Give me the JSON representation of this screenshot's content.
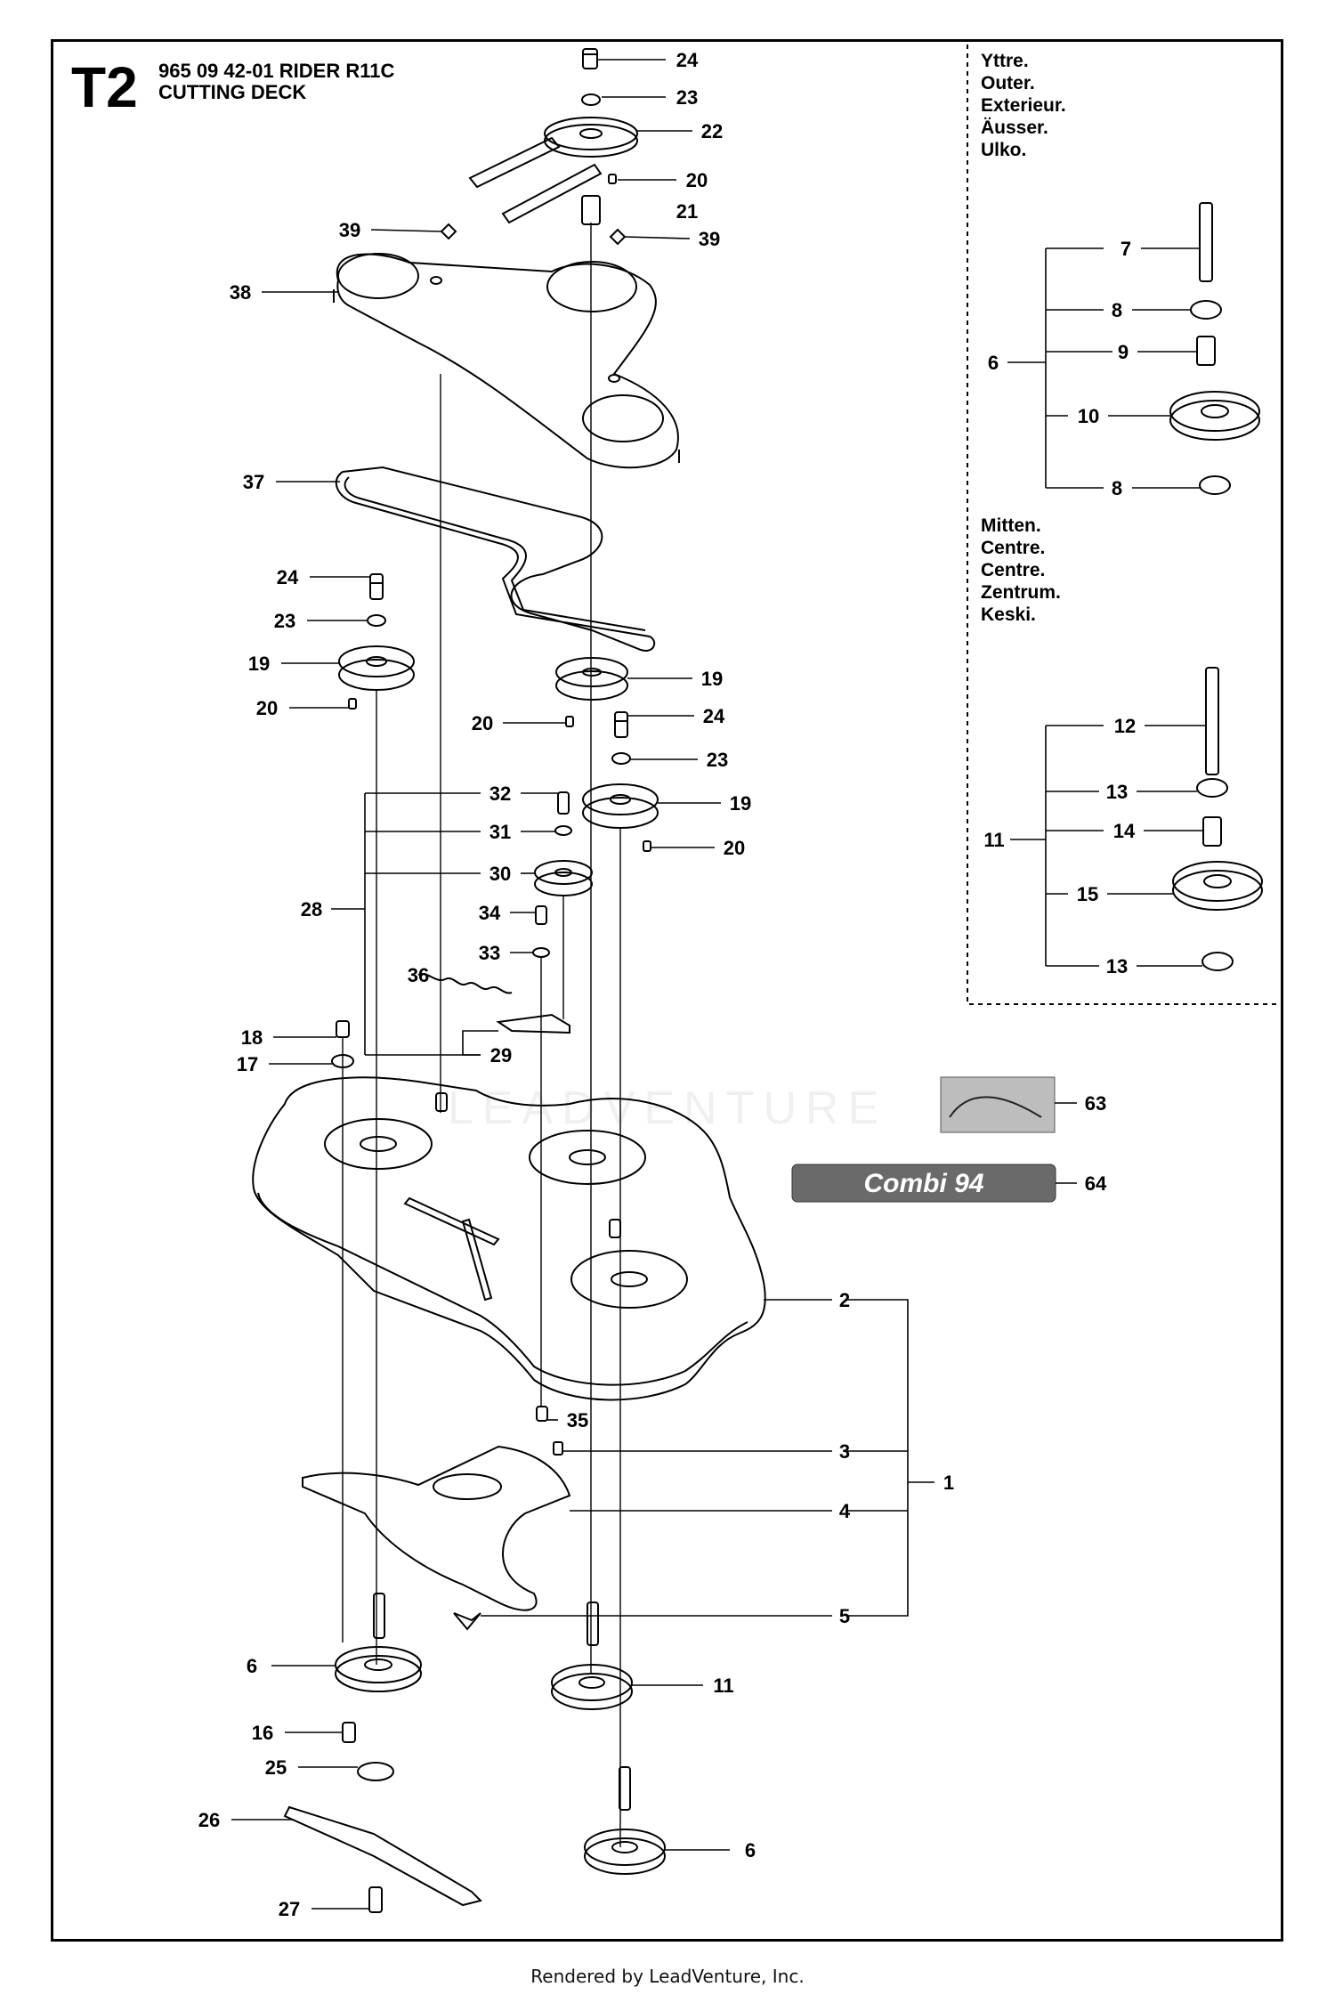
{
  "header": {
    "code": "T2",
    "model": "965 09 42-01 RIDER R11C",
    "section": "CUTTING DECK"
  },
  "outer_labels": [
    "Yttre.",
    "Outer.",
    "Exterieur.",
    "Äusser.",
    "Ulko."
  ],
  "center_labels": [
    "Mitten.",
    "Centre.",
    "Centre.",
    "Zentrum.",
    "Keski."
  ],
  "badge_text": "Combi 94",
  "watermark": "LEADVENTURE",
  "footer": "Rendered by LeadVenture, Inc.",
  "part_numbers": [
    "1",
    "2",
    "3",
    "4",
    "5",
    "6",
    "7",
    "8",
    "9",
    "10",
    "11",
    "12",
    "13",
    "14",
    "15",
    "16",
    "17",
    "18",
    "19",
    "20",
    "21",
    "22",
    "23",
    "24",
    "25",
    "26",
    "27",
    "28",
    "29",
    "30",
    "31",
    "32",
    "33",
    "34",
    "35",
    "36",
    "37",
    "38",
    "39",
    "63",
    "64"
  ],
  "colors": {
    "line": "#000000",
    "badge_bg": "#6a6a6a",
    "sticker_bg": "#bdbdbd"
  }
}
